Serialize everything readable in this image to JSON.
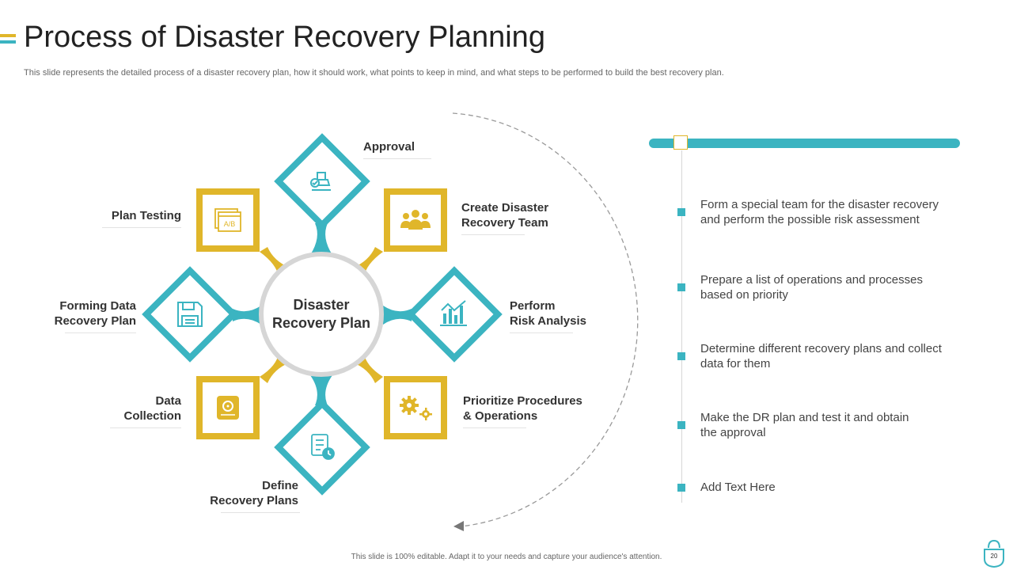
{
  "colors": {
    "teal": "#3bb4c1",
    "gold": "#e0b62a",
    "gray_ring": "#d6d6d6",
    "text": "#333333"
  },
  "header": {
    "title": "Process of Disaster Recovery Planning",
    "subtitle": "This slide represents the detailed process of a disaster recovery plan, how it should work, what points to keep in mind, and what steps to be performed to build the best recovery plan."
  },
  "diagram": {
    "center": {
      "line1": "Disaster",
      "line2": "Recovery Plan"
    },
    "nodes": [
      {
        "line1": "Approval",
        "line2": "",
        "icon": "stamp-icon"
      },
      {
        "line1": "Create Disaster",
        "line2": "Recovery Team",
        "icon": "team-icon"
      },
      {
        "line1": "Perform",
        "line2": "Risk Analysis",
        "icon": "bar-chart-icon"
      },
      {
        "line1": "Prioritize Procedures",
        "line2": "& Operations",
        "icon": "gears-icon"
      },
      {
        "line1": "Define",
        "line2": "Recovery Plans",
        "icon": "checklist-clock-icon"
      },
      {
        "line1": "Data",
        "line2": "Collection",
        "icon": "hard-drive-icon"
      },
      {
        "line1": "Forming Data",
        "line2": "Recovery Plan",
        "icon": "floppy-disk-icon"
      },
      {
        "line1": "Plan Testing",
        "line2": "",
        "icon": "ab-test-icon"
      }
    ]
  },
  "timeline": {
    "steps": [
      {
        "line1": "Form a special team for the disaster recovery",
        "line2": "and perform the possible risk assessment"
      },
      {
        "line1": "Prepare a list of operations and processes",
        "line2": "based on priority"
      },
      {
        "line1": "Determine different recovery plans and collect",
        "line2": "data for them"
      },
      {
        "line1": "Make the DR plan and test it and obtain",
        "line2": "the approval"
      },
      {
        "line1": "Add Text Here",
        "line2": ""
      }
    ]
  },
  "footer": {
    "text": "This slide is 100% editable. Adapt it to your needs and capture your audience's attention.",
    "page": "20"
  }
}
